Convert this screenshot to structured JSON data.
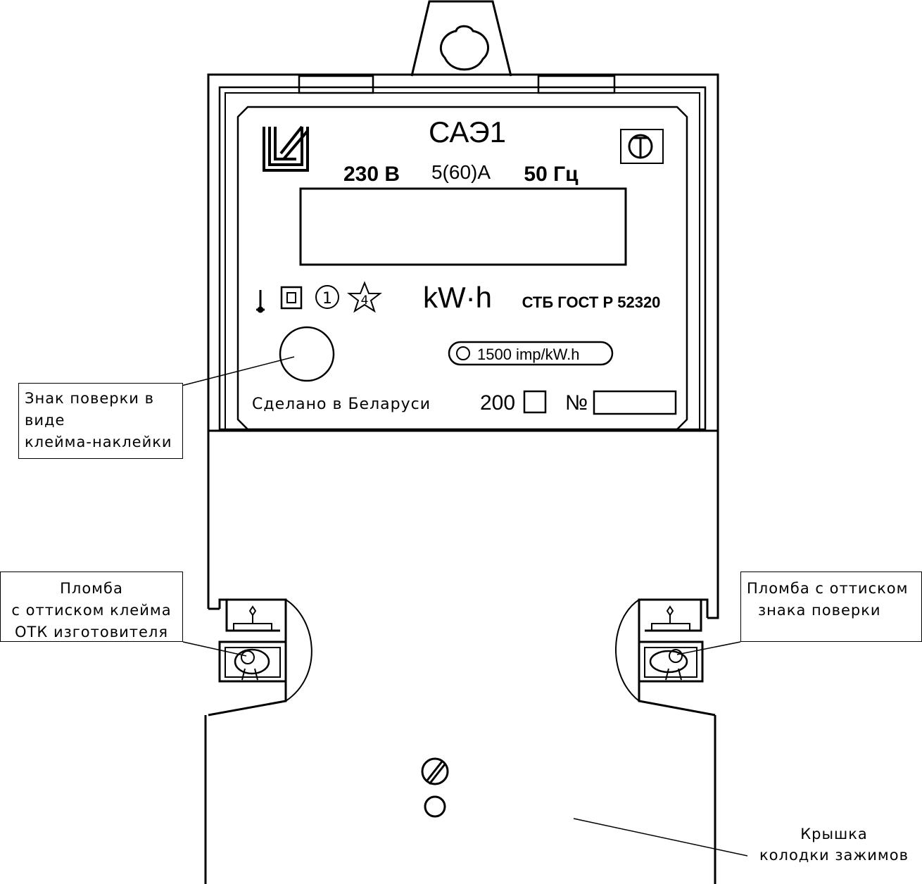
{
  "meter": {
    "model": "САЭ1",
    "voltage": "230 В",
    "current": "5(60)А",
    "frequency": "50 Гц",
    "unit": "kW·h",
    "standard": "СТБ ГОСТ Р 52320",
    "impulse": "1500 imp/kW.h",
    "made_in": "Сделано в Беларуси",
    "year_prefix": "200",
    "number_label": "№",
    "class_mark": "1",
    "star_mark": "4"
  },
  "callouts": {
    "verification_sticker": [
      "Знак поверки в",
      "виде",
      "клейма-наклейки"
    ],
    "seal_manufacturer": [
      "Пломба",
      "с оттиском клейма",
      "ОТК изготовителя"
    ],
    "seal_verification": [
      "Пломба с оттиском",
      "знака поверки"
    ],
    "terminal_cover": [
      "Крышка",
      "колодки зажимов"
    ]
  }
}
